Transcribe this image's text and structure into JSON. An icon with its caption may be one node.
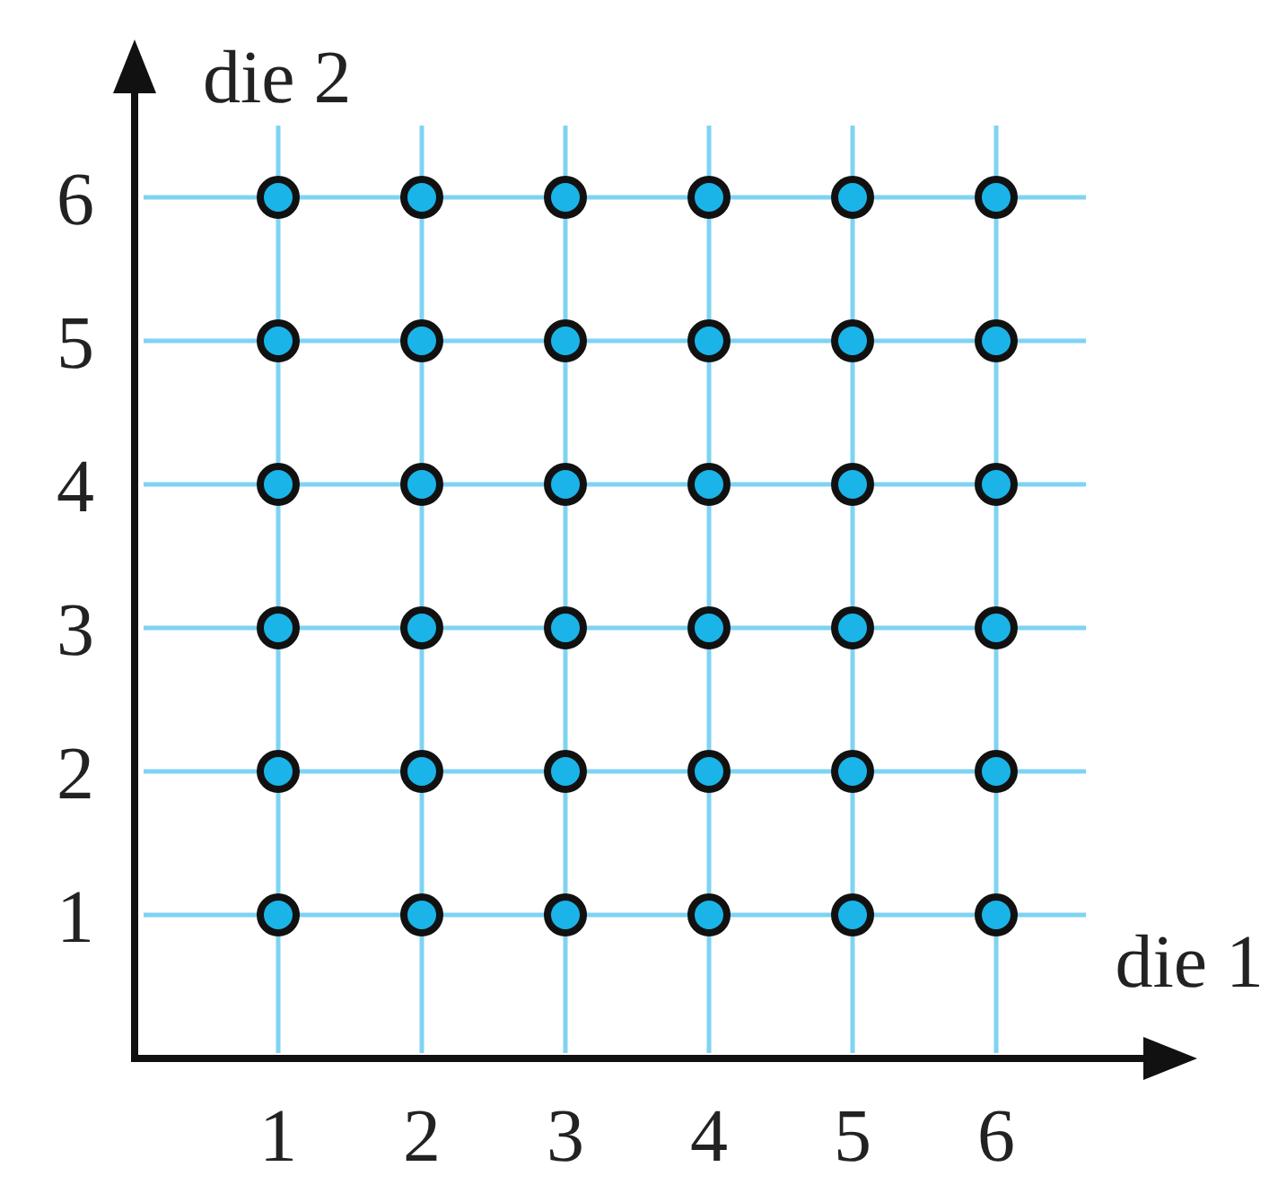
{
  "diagram": {
    "chart_data": {
      "type": "scatter",
      "xlabel": "die 1",
      "ylabel": "die 2",
      "xlim": [
        0,
        7.15
      ],
      "ylim": [
        0,
        6.85
      ],
      "grid": true,
      "xticks": [
        1,
        2,
        3,
        4,
        5,
        6
      ],
      "yticks": [
        1,
        2,
        3,
        4,
        5,
        6
      ],
      "x": [
        1,
        2,
        3,
        4,
        5,
        6,
        1,
        2,
        3,
        4,
        5,
        6,
        1,
        2,
        3,
        4,
        5,
        6,
        1,
        2,
        3,
        4,
        5,
        6,
        1,
        2,
        3,
        4,
        5,
        6,
        1,
        2,
        3,
        4,
        5,
        6
      ],
      "series": [
        {
          "color": "#1ab4e8",
          "values": [
            1,
            1,
            1,
            1,
            1,
            1,
            2,
            2,
            2,
            2,
            2,
            2,
            3,
            3,
            3,
            3,
            3,
            3,
            4,
            4,
            4,
            4,
            4,
            4,
            5,
            5,
            5,
            5,
            5,
            5,
            6,
            6,
            6,
            6,
            6,
            6
          ]
        }
      ]
    }
  }
}
